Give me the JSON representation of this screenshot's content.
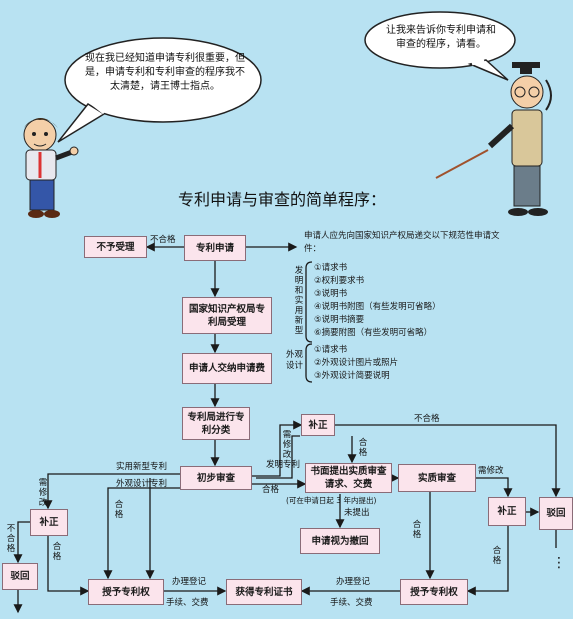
{
  "bubbles": {
    "left": "现在我已经知道申请专利很重要，但是，申请专利和专利审查的程序我不太清楚，请王博士指点。",
    "right": "让我来告诉你专利申请和审查的程序，请看。"
  },
  "title": "专利申请与审查的简单程序：",
  "boxes": {
    "not_accepted": "不予受理",
    "apply": "专利申请",
    "office_accept": "国家知识产权局专利局受理",
    "pay_fee": "申请人交纳申请费",
    "classify": "专利局进行专利分类",
    "prelim": "初步审查",
    "supplement_top": "补正",
    "request_exam": "书面提出实质审查请求、交费",
    "withdrawn": "申请视为撤回",
    "substantive": "实质审查",
    "supplement_right": "补正",
    "reject_right": "驳回",
    "supplement_left": "补正",
    "reject_left": "驳回",
    "grant_left": "授予专利权",
    "certificate": "获得专利证书",
    "grant_right": "授予专利权"
  },
  "labels": {
    "fail1": "不合格",
    "fail_right": "不合格",
    "fail_left": "不合格",
    "need_fix_top": "需修改",
    "need_fix_left": "需修改",
    "need_fix_right": "需修改",
    "pass_top": "合格",
    "pass_prelim": "合格",
    "pass_left": "合格",
    "pass_design": "合格",
    "pass_subst": "合格",
    "pass_right": "合格",
    "utility": "实用新型专利",
    "design_patent": "外观设计专利",
    "invention_patent": "发明专利",
    "deadline": "(可在申请日起 3 年内提出)",
    "unsubmitted": "未提出",
    "register_left": "办理登记",
    "fees_left": "手续、交费",
    "register_right": "办理登记",
    "fees_right": "手续、交费",
    "ellipsis": "⋮"
  },
  "materials": {
    "intro": "申请人应先向国家知识产权局递交以下规范性申请文件：",
    "invention_head": "发明和实用新型",
    "invention_items": [
      "①请求书",
      "②权利要求书",
      "③说明书",
      "④说明书附图（有些发明可省略）",
      "⑤说明书摘要",
      "⑥摘要附图（有些发明可省略）"
    ],
    "design_head": "外观设计",
    "design_items": [
      "①请求书",
      "②外观设计图片或照片",
      "③外观设计简要说明"
    ]
  },
  "colors": {
    "background": "#b8e2f2",
    "box": "#fbe4ec",
    "line": "#1a1a1a"
  }
}
